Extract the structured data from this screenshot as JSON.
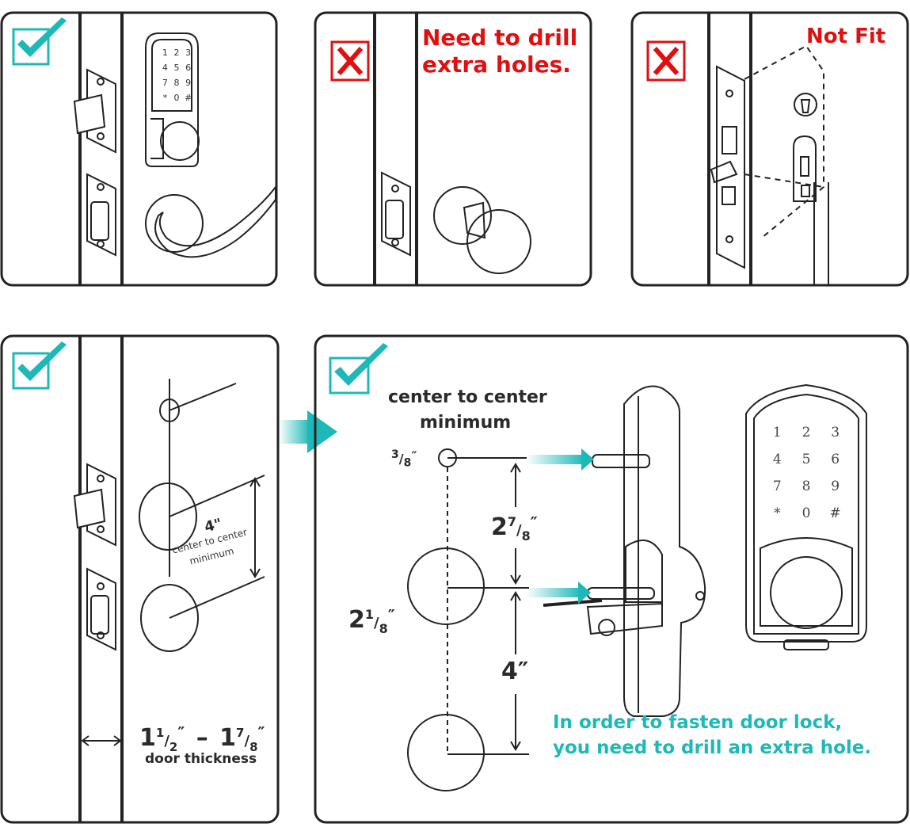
{
  "colors": {
    "accent": "#1fb8b8",
    "error": "#e01010",
    "line": "#222222"
  },
  "panels": {
    "top_left": {
      "status": "ok",
      "keypad": [
        "1",
        "2",
        "3",
        "4",
        "5",
        "6",
        "7",
        "8",
        "9",
        "*",
        "0",
        "#"
      ]
    },
    "top_middle": {
      "status": "error",
      "mark": "X",
      "message_line1": "Need to drill",
      "message_line2": "extra holes."
    },
    "top_right": {
      "status": "error",
      "mark": "X",
      "message": "Not Fit"
    },
    "bottom_left": {
      "status": "ok",
      "spacing_label": "4\"",
      "spacing_caption_line1": "center to center",
      "spacing_caption_line2": "minimum",
      "thickness_min_whole": "1",
      "thickness_min_num": "1",
      "thickness_min_den": "2",
      "dash": "–",
      "thickness_max_whole": "1",
      "thickness_max_num": "7",
      "thickness_max_den": "8",
      "inch_mark": "″",
      "thickness_caption": "door thickness"
    },
    "bottom_right": {
      "status": "ok",
      "header_line1": "center to center",
      "header_line2": "minimum",
      "small_hole_num": "3",
      "small_hole_den": "8",
      "gap_whole": "2",
      "gap_num": "7",
      "gap_den": "8",
      "large_hole_whole": "2",
      "large_hole_num": "1",
      "large_hole_den": "8",
      "spacing_label": "4″",
      "inch_mark": "″",
      "note_line1": "In order to fasten door lock,",
      "note_line2": "you need to drill an extra hole.",
      "keypad": [
        "1",
        "2",
        "3",
        "4",
        "5",
        "6",
        "7",
        "8",
        "9",
        "*",
        "0",
        "#"
      ]
    }
  }
}
